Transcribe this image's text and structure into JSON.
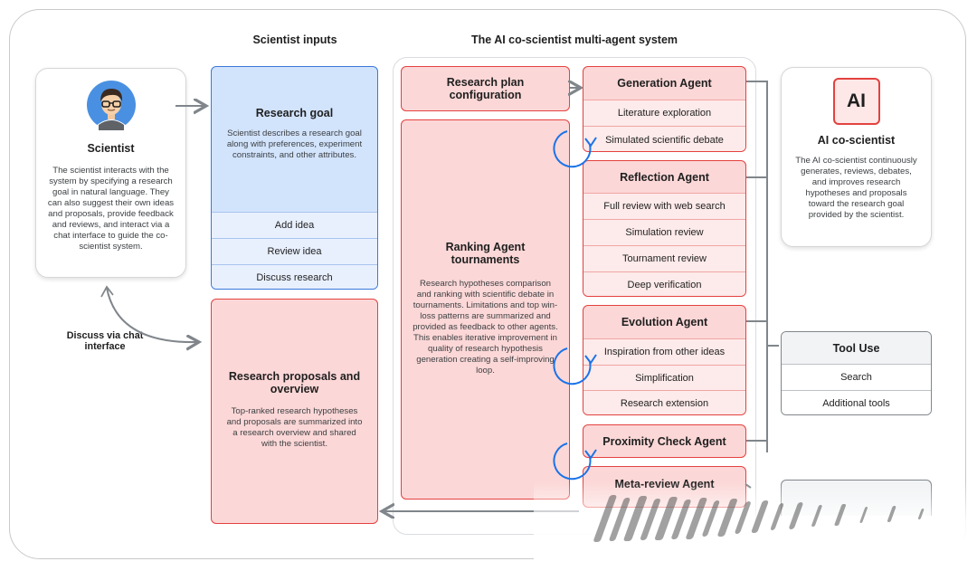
{
  "headings": {
    "inputs": "Scientist inputs",
    "system": "The AI co-scientist multi-agent system"
  },
  "scientist": {
    "title": "Scientist",
    "description": "The scientist interacts with the system by specifying a research goal in natural language. They can also suggest their own ideas and proposals, provide feedback and reviews, and interact via a chat interface to guide the co-scientist system."
  },
  "chat_label": "Discuss via chat interface",
  "research_goal": {
    "title": "Research goal",
    "description": "Scientist describes a research goal along with preferences, experiment constraints, and other attributes.",
    "actions": [
      "Add idea",
      "Review idea",
      "Discuss research"
    ]
  },
  "proposals": {
    "title": "Research proposals and overview",
    "description": "Top-ranked research hypotheses and proposals are summarized into a research overview and shared with the scientist."
  },
  "plan_config": {
    "title": "Research plan configuration"
  },
  "ranking": {
    "title": "Ranking Agent tournaments",
    "description": "Research hypotheses comparison and ranking with scientific debate in tournaments. Limitations and top win-loss patterns are summarized and provided as feedback to other agents. This enables iterative improvement in quality of research hypothesis generation creating a self-improving loop."
  },
  "generation": {
    "title": "Generation Agent",
    "items": [
      "Literature exploration",
      "Simulated scientific debate"
    ]
  },
  "reflection": {
    "title": "Reflection Agent",
    "items": [
      "Full review with web search",
      "Simulation review",
      "Tournament review",
      "Deep verification"
    ]
  },
  "evolution": {
    "title": "Evolution Agent",
    "items": [
      "Inspiration from other ideas",
      "Simplification",
      "Research extension"
    ]
  },
  "proximity": {
    "title": "Proximity Check Agent"
  },
  "meta": {
    "title": "Meta-review Agent"
  },
  "ai": {
    "logo": "AI",
    "title": "AI co-scientist",
    "description": "The AI co-scientist continuously generates, reviews, debates, and improves research hypotheses and proposals toward the research goal provided by the scientist."
  },
  "tools": {
    "title": "Tool Use",
    "items": [
      "Search",
      "Additional tools"
    ]
  },
  "colors": {
    "red_border": "#e3423f",
    "red_fill": "#fcd7d7",
    "blue_border": "#3b78d8",
    "blue_fill": "#d2e3fc",
    "loop_arrow": "#1a73e8",
    "connector": "#80868b"
  }
}
